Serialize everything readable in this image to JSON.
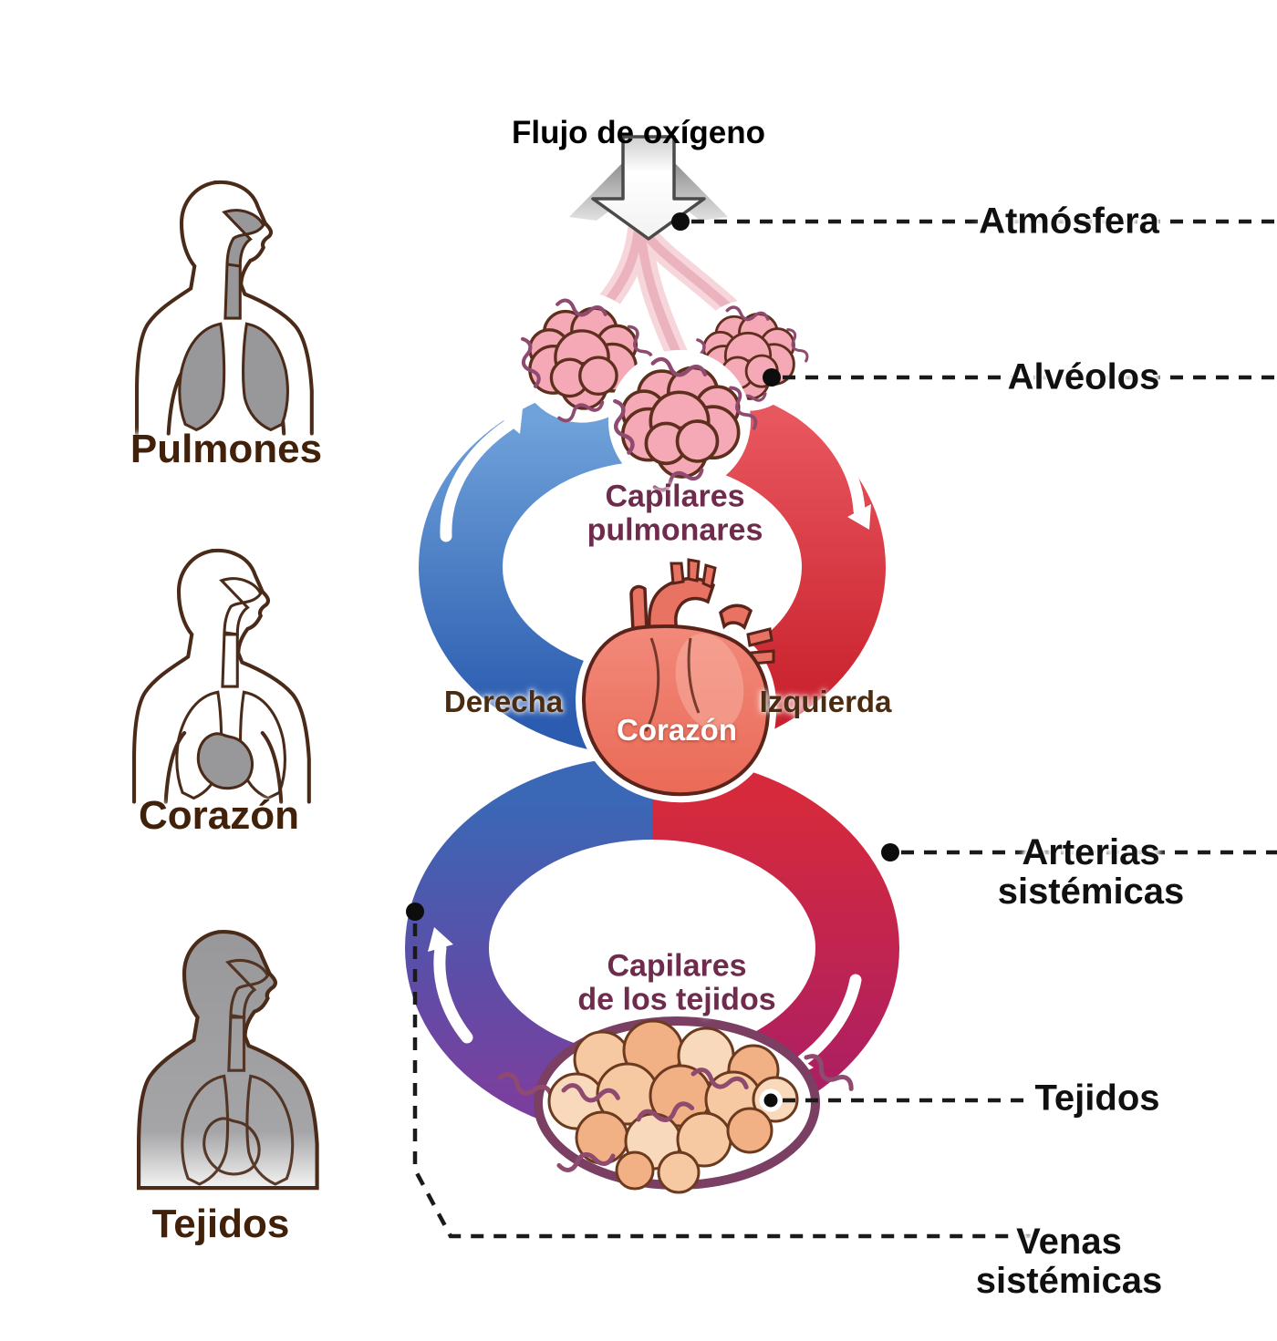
{
  "title": "Flujo de oxígeno",
  "left_panel": {
    "figures": [
      {
        "label": "Pulmones",
        "icon": "lungs-figure"
      },
      {
        "label": "Corazón",
        "icon": "heart-figure"
      },
      {
        "label": "Tejidos",
        "icon": "tissues-figure"
      }
    ]
  },
  "callouts": {
    "atmosfera": "Atmósfera",
    "alveolos": "Alvéolos",
    "arterias_line1": "Arterias",
    "arterias_line2": "sistémicas",
    "tejidos": "Tejidos",
    "venas_line1": "Venas",
    "venas_line2": "sistémicas"
  },
  "diagram": {
    "pulmonary_capillaries_line1": "Capilares",
    "pulmonary_capillaries_line2": "pulmonares",
    "tissue_capillaries_line1": "Capilares",
    "tissue_capillaries_line2": "de los tejidos",
    "heart_label": "Corazón",
    "side_right": "Derecha",
    "side_left": "Izquierda"
  },
  "colors": {
    "vein_blue": "#2f62b5",
    "artery_red": "#d22a35",
    "systemic_magenta": "#b01e63",
    "systemic_purple": "#6f3da0",
    "label_brown": "#42210b",
    "capillary_text_maroon": "#6e2b4c",
    "heart_fill": "#ef8070",
    "alveoli_pink": "#f5a9b7",
    "tissue_tan": "#f4c49c"
  }
}
